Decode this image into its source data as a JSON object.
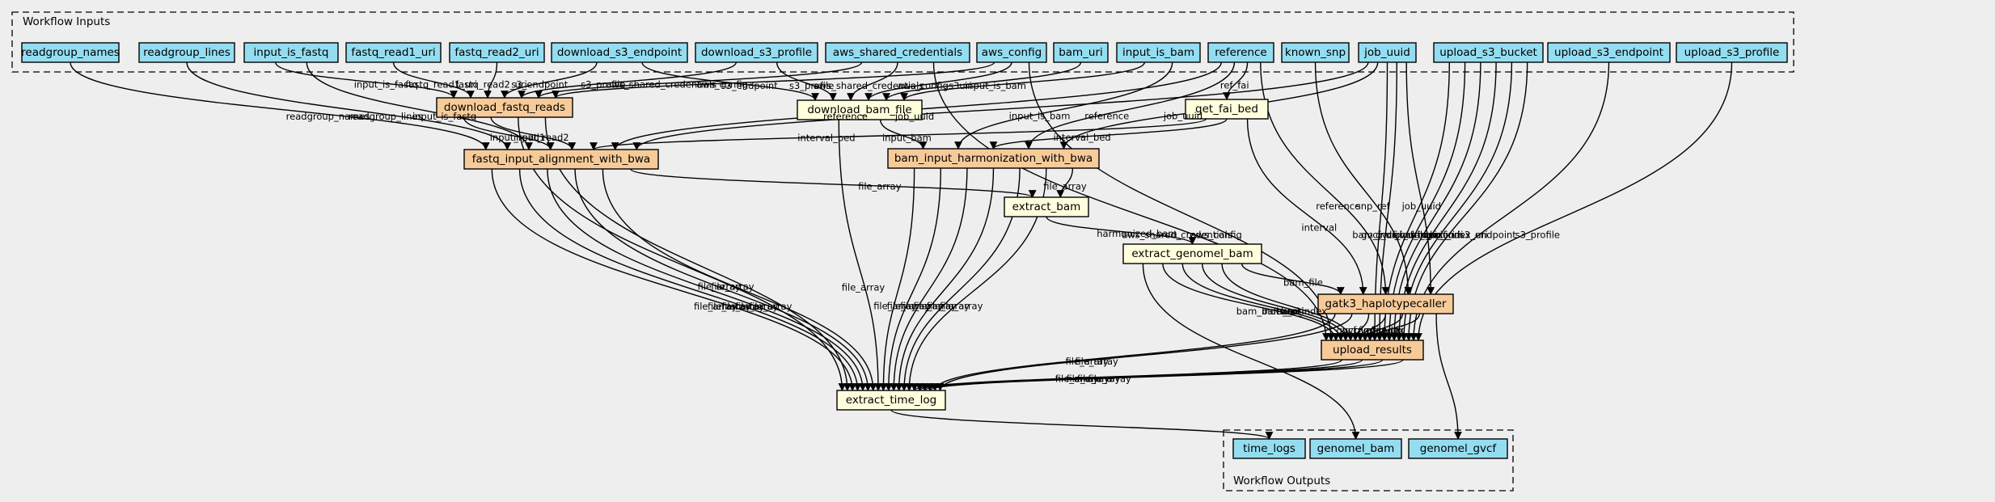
{
  "colors": {
    "io": "#94ddf0",
    "step": "#f7cb99",
    "tool": "#ffffdd",
    "background": "#eeeeee"
  },
  "clusters": [
    {
      "id": "inputs",
      "label": "Workflow Inputs"
    },
    {
      "id": "outputs",
      "label": "Workflow Outputs"
    }
  ],
  "nodes": [
    {
      "id": "readgroup_names",
      "label": "readgroup_names",
      "kind": "io"
    },
    {
      "id": "readgroup_lines",
      "label": "readgroup_lines",
      "kind": "io"
    },
    {
      "id": "input_is_fastq",
      "label": "input_is_fastq",
      "kind": "io"
    },
    {
      "id": "fastq_read1_uri",
      "label": "fastq_read1_uri",
      "kind": "io"
    },
    {
      "id": "fastq_read2_uri",
      "label": "fastq_read2_uri",
      "kind": "io"
    },
    {
      "id": "download_s3_endpoint",
      "label": "download_s3_endpoint",
      "kind": "io"
    },
    {
      "id": "download_s3_profile",
      "label": "download_s3_profile",
      "kind": "io"
    },
    {
      "id": "aws_shared_credentials",
      "label": "aws_shared_credentials",
      "kind": "io"
    },
    {
      "id": "aws_config",
      "label": "aws_config",
      "kind": "io"
    },
    {
      "id": "bam_uri",
      "label": "bam_uri",
      "kind": "io"
    },
    {
      "id": "input_is_bam",
      "label": "input_is_bam",
      "kind": "io"
    },
    {
      "id": "reference",
      "label": "reference",
      "kind": "io"
    },
    {
      "id": "known_snp",
      "label": "known_snp",
      "kind": "io"
    },
    {
      "id": "job_uuid",
      "label": "job_uuid",
      "kind": "io"
    },
    {
      "id": "upload_s3_bucket",
      "label": "upload_s3_bucket",
      "kind": "io"
    },
    {
      "id": "upload_s3_endpoint",
      "label": "upload_s3_endpoint",
      "kind": "io"
    },
    {
      "id": "upload_s3_profile",
      "label": "upload_s3_profile",
      "kind": "io"
    },
    {
      "id": "download_fastq_reads",
      "label": "download_fastq_reads",
      "kind": "step"
    },
    {
      "id": "download_bam_file",
      "label": "download_bam_file",
      "kind": "tool"
    },
    {
      "id": "get_fai_bed",
      "label": "get_fai_bed",
      "kind": "tool"
    },
    {
      "id": "fastq_input_alignment_with_bwa",
      "label": "fastq_input_alignment_with_bwa",
      "kind": "step"
    },
    {
      "id": "bam_input_harmonization_with_bwa",
      "label": "bam_input_harmonization_with_bwa",
      "kind": "step"
    },
    {
      "id": "extract_bam",
      "label": "extract_bam",
      "kind": "tool"
    },
    {
      "id": "extract_genomel_bam",
      "label": "extract_genomel_bam",
      "kind": "tool"
    },
    {
      "id": "gatk3_haplotypecaller",
      "label": "gatk3_haplotypecaller",
      "kind": "step"
    },
    {
      "id": "upload_results",
      "label": "upload_results",
      "kind": "step"
    },
    {
      "id": "extract_time_log",
      "label": "extract_time_log",
      "kind": "tool"
    },
    {
      "id": "time_logs",
      "label": "time_logs",
      "kind": "io"
    },
    {
      "id": "genomel_bam",
      "label": "genomel_bam",
      "kind": "io"
    },
    {
      "id": "genomel_gvcf",
      "label": "genomel_gvcf",
      "kind": "io"
    }
  ],
  "edges": [
    {
      "from": "readgroup_names",
      "to": "fastq_input_alignment_with_bwa",
      "label": "readgroup_names"
    },
    {
      "from": "readgroup_lines",
      "to": "fastq_input_alignment_with_bwa",
      "label": "readgroup_lines"
    },
    {
      "from": "input_is_fastq",
      "to": "download_fastq_reads",
      "label": "input_is_fastq"
    },
    {
      "from": "input_is_fastq",
      "to": "fastq_input_alignment_with_bwa",
      "label": "input_is_fastq"
    },
    {
      "from": "fastq_read1_uri",
      "to": "download_fastq_reads",
      "label": "fastq_read1_uri"
    },
    {
      "from": "fastq_read2_uri",
      "to": "download_fastq_reads",
      "label": "fastq_read2_uri"
    },
    {
      "from": "download_s3_endpoint",
      "to": "download_fastq_reads",
      "label": "s3_endpoint"
    },
    {
      "from": "download_s3_endpoint",
      "to": "download_bam_file",
      "label": "s3_endpoint"
    },
    {
      "from": "download_s3_profile",
      "to": "download_fastq_reads",
      "label": "s3_profile"
    },
    {
      "from": "download_s3_profile",
      "to": "download_bam_file",
      "label": "s3_profile"
    },
    {
      "from": "aws_shared_credentials",
      "to": "download_fastq_reads",
      "label": "aws_shared_credentials"
    },
    {
      "from": "aws_shared_credentials",
      "to": "download_bam_file",
      "label": "aws_shared_credentials"
    },
    {
      "from": "aws_shared_credentials",
      "to": "upload_results",
      "label": "aws_shared_credentials"
    },
    {
      "from": "aws_config",
      "to": "download_fastq_reads",
      "label": "aws_config"
    },
    {
      "from": "aws_config",
      "to": "download_bam_file",
      "label": "aws_config"
    },
    {
      "from": "aws_config",
      "to": "upload_results",
      "label": "aws_config"
    },
    {
      "from": "bam_uri",
      "to": "download_bam_file",
      "label": "s3uri"
    },
    {
      "from": "input_is_bam",
      "to": "download_bam_file",
      "label": "input_is_bam"
    },
    {
      "from": "input_is_bam",
      "to": "bam_input_harmonization_with_bwa",
      "label": "input_is_bam"
    },
    {
      "from": "reference",
      "to": "get_fai_bed",
      "label": "ref_fai"
    },
    {
      "from": "reference",
      "to": "fastq_input_alignment_with_bwa",
      "label": "reference"
    },
    {
      "from": "reference",
      "to": "bam_input_harmonization_with_bwa",
      "label": "reference"
    },
    {
      "from": "reference",
      "to": "gatk3_haplotypecaller",
      "label": "reference"
    },
    {
      "from": "known_snp",
      "to": "gatk3_haplotypecaller",
      "label": "snp_ref"
    },
    {
      "from": "job_uuid",
      "to": "fastq_input_alignment_with_bwa",
      "label": "job_uuid"
    },
    {
      "from": "job_uuid",
      "to": "bam_input_harmonization_with_bwa",
      "label": "job_uuid"
    },
    {
      "from": "job_uuid",
      "to": "gatk3_haplotypecaller",
      "label": "job_uuid"
    },
    {
      "from": "job_uuid",
      "to": "upload_results",
      "label": "gvcf_uri"
    },
    {
      "from": "job_uuid",
      "to": "upload_results",
      "label": "bam_index_uri"
    },
    {
      "from": "upload_s3_bucket",
      "to": "upload_results",
      "label": "gvcf_index_uri"
    },
    {
      "from": "upload_s3_bucket",
      "to": "upload_results",
      "label": "bam_uri"
    },
    {
      "from": "upload_s3_bucket",
      "to": "upload_results",
      "label": "gvcf_index_uri"
    },
    {
      "from": "upload_s3_bucket",
      "to": "upload_results",
      "label": "bam_uri"
    },
    {
      "from": "upload_s3_bucket",
      "to": "upload_results",
      "label": "gvcf_uri"
    },
    {
      "from": "upload_s3_bucket",
      "to": "upload_results",
      "label": "bam_index_uri"
    },
    {
      "from": "upload_s3_endpoint",
      "to": "upload_results",
      "label": "s3_endpoint"
    },
    {
      "from": "upload_s3_profile",
      "to": "upload_results",
      "label": "s3_profile"
    },
    {
      "from": "download_fastq_reads",
      "to": "fastq_input_alignment_with_bwa",
      "label": "input_read1"
    },
    {
      "from": "download_fastq_reads",
      "to": "fastq_input_alignment_with_bwa",
      "label": "input_read2"
    },
    {
      "from": "download_fastq_reads",
      "to": "extract_time_log",
      "label": "file_array"
    },
    {
      "from": "download_fastq_reads",
      "to": "extract_time_log",
      "label": "file_array"
    },
    {
      "from": "download_bam_file",
      "to": "bam_input_harmonization_with_bwa",
      "label": "input_bam"
    },
    {
      "from": "download_bam_file",
      "to": "extract_time_log",
      "label": "file_array"
    },
    {
      "from": "get_fai_bed",
      "to": "fastq_input_alignment_with_bwa",
      "label": "interval_bed"
    },
    {
      "from": "get_fai_bed",
      "to": "bam_input_harmonization_with_bwa",
      "label": "interval_bed"
    },
    {
      "from": "get_fai_bed",
      "to": "gatk3_haplotypecaller",
      "label": "interval"
    },
    {
      "from": "fastq_input_alignment_with_bwa",
      "to": "extract_bam",
      "label": "file_array"
    },
    {
      "from": "fastq_input_alignment_with_bwa",
      "to": "extract_time_log",
      "label": "file_array"
    },
    {
      "from": "fastq_input_alignment_with_bwa",
      "to": "extract_time_log",
      "label": "file_array"
    },
    {
      "from": "fastq_input_alignment_with_bwa",
      "to": "extract_time_log",
      "label": "file_array"
    },
    {
      "from": "fastq_input_alignment_with_bwa",
      "to": "extract_time_log",
      "label": "file_array"
    },
    {
      "from": "fastq_input_alignment_with_bwa",
      "to": "extract_time_log",
      "label": "file_array"
    },
    {
      "from": "bam_input_harmonization_with_bwa",
      "to": "extract_bam",
      "label": "file_array"
    },
    {
      "from": "bam_input_harmonization_with_bwa",
      "to": "extract_time_log",
      "label": "file_array"
    },
    {
      "from": "bam_input_harmonization_with_bwa",
      "to": "extract_time_log",
      "label": "file_array"
    },
    {
      "from": "bam_input_harmonization_with_bwa",
      "to": "extract_time_log",
      "label": "file_array"
    },
    {
      "from": "bam_input_harmonization_with_bwa",
      "to": "extract_time_log",
      "label": "file_array"
    },
    {
      "from": "bam_input_harmonization_with_bwa",
      "to": "extract_time_log",
      "label": "file_array"
    },
    {
      "from": "bam_input_harmonization_with_bwa",
      "to": "extract_time_log",
      "label": "file_array"
    },
    {
      "from": "extract_bam",
      "to": "extract_genomel_bam",
      "label": "harmonized_bam"
    },
    {
      "from": "extract_genomel_bam",
      "to": "gatk3_haplotypecaller",
      "label": "bam_file"
    },
    {
      "from": "extract_genomel_bam",
      "to": "upload_results",
      "label": "bam_index_uri"
    },
    {
      "from": "extract_genomel_bam",
      "to": "upload_results",
      "label": "bam_uri"
    },
    {
      "from": "extract_genomel_bam",
      "to": "upload_results",
      "label": "bam"
    },
    {
      "from": "extract_genomel_bam",
      "to": "upload_results",
      "label": "bam_index"
    },
    {
      "from": "extract_genomel_bam",
      "to": "genomel_bam",
      "label": ""
    },
    {
      "from": "gatk3_haplotypecaller",
      "to": "upload_results",
      "label": "gvcf_uri"
    },
    {
      "from": "gatk3_haplotypecaller",
      "to": "upload_results",
      "label": "gvcf_index_uri"
    },
    {
      "from": "gatk3_haplotypecaller",
      "to": "upload_results",
      "label": "gvcf_index"
    },
    {
      "from": "gatk3_haplotypecaller",
      "to": "upload_results",
      "label": "gvcf"
    },
    {
      "from": "gatk3_haplotypecaller",
      "to": "extract_time_log",
      "label": "file_array"
    },
    {
      "from": "gatk3_haplotypecaller",
      "to": "extract_time_log",
      "label": "file_array"
    },
    {
      "from": "gatk3_haplotypecaller",
      "to": "genomel_gvcf",
      "label": ""
    },
    {
      "from": "upload_results",
      "to": "extract_time_log",
      "label": "file_array"
    },
    {
      "from": "upload_results",
      "to": "extract_time_log",
      "label": "file_array"
    },
    {
      "from": "upload_results",
      "to": "extract_time_log",
      "label": "file_array"
    },
    {
      "from": "upload_results",
      "to": "extract_time_log",
      "label": "file_array"
    },
    {
      "from": "extract_time_log",
      "to": "time_logs",
      "label": ""
    }
  ]
}
